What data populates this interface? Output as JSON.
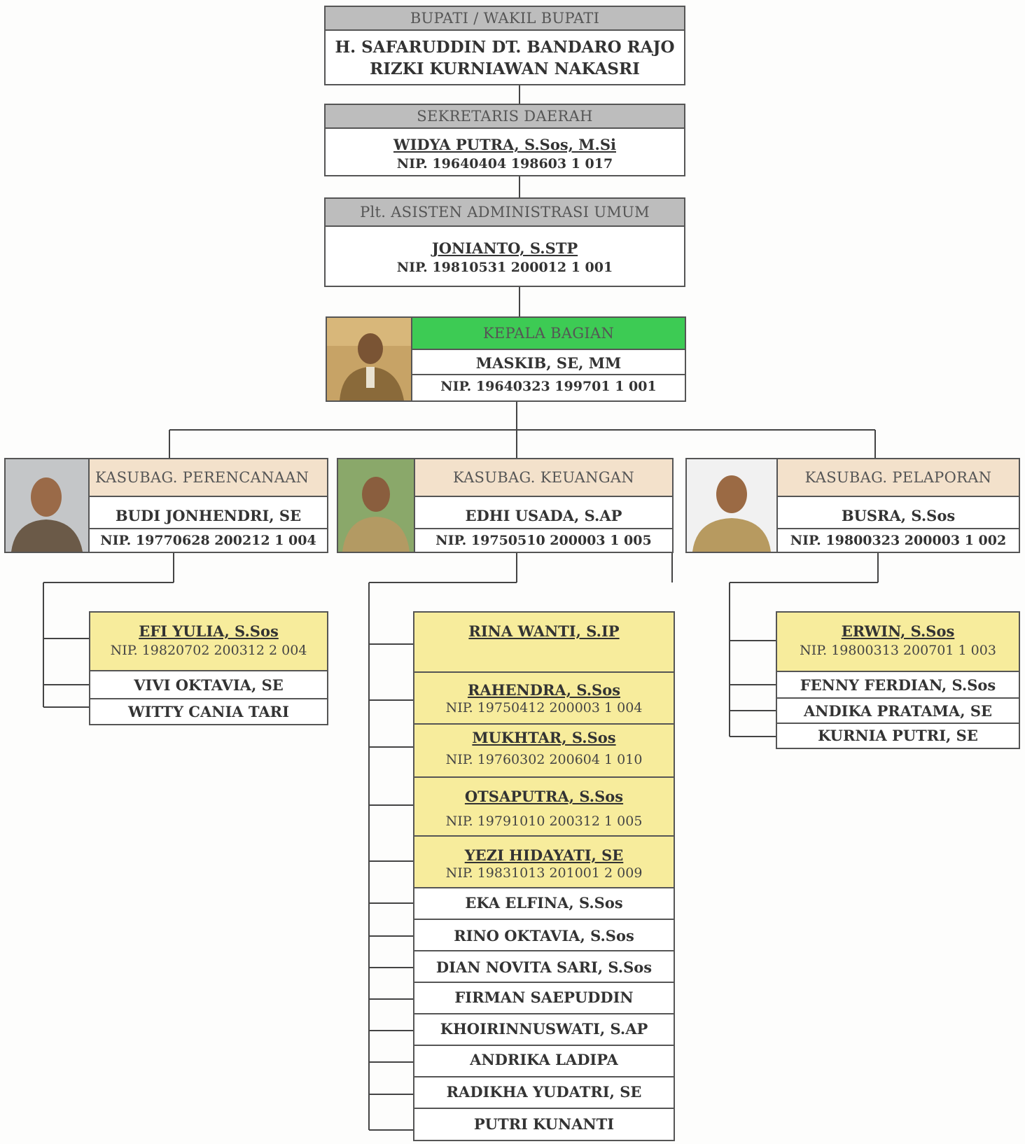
{
  "top": {
    "header": "BUPATI / WAKIL BUPATI",
    "line1": "H. SAFARUDDIN DT. BANDARO RAJO",
    "line2": "RIZKI KURNIAWAN NAKASRI"
  },
  "sekda": {
    "header": "SEKRETARIS DAERAH",
    "name": "WIDYA PUTRA, S.Sos, M.Si",
    "nip": "NIP. 19640404 198603 1 017"
  },
  "asisten": {
    "header": "Plt. ASISTEN ADMINISTRASI UMUM",
    "name": "JONIANTO, S.STP",
    "nip": "NIP. 19810531 200012 1 001"
  },
  "kabag": {
    "header": "KEPALA BAGIAN",
    "name": "MASKIB, SE, MM",
    "nip": "NIP. 19640323 199701 1 001"
  },
  "kasubag": [
    {
      "header": "KASUBAG. PERENCANAAN",
      "name": "BUDI JONHENDRI, SE",
      "nip": "NIP. 19770628 200212 1 004",
      "staff": [
        {
          "name": "EFI YULIA, S.Sos",
          "nip": "NIP. 19820702 200312 2 004"
        },
        {
          "name": "VIVI OKTAVIA, SE"
        },
        {
          "name": "WITTY CANIA TARI"
        }
      ]
    },
    {
      "header": "KASUBAG. KEUANGAN",
      "name": "EDHI USADA, S.AP",
      "nip": "NIP. 19750510 200003 1 005",
      "staff": [
        {
          "name": "RINA WANTI, S.IP"
        },
        {
          "name": "RAHENDRA, S.Sos",
          "nip": "NIP. 19750412 200003 1 004"
        },
        {
          "name": "MUKHTAR, S.Sos",
          "nip": "NIP. 19760302 200604 1 010"
        },
        {
          "name": "OTSAPUTRA, S.Sos",
          "nip": "NIP. 19791010 200312 1 005"
        },
        {
          "name": "YEZI HIDAYATI, SE",
          "nip": "NIP. 19831013 201001 2 009"
        },
        {
          "name": "EKA ELFINA, S.Sos"
        },
        {
          "name": "RINO OKTAVIA, S.Sos"
        },
        {
          "name": "DIAN NOVITA SARI, S.Sos"
        },
        {
          "name": "FIRMAN SAEPUDDIN"
        },
        {
          "name": "KHOIRINNUSWATI, S.AP"
        },
        {
          "name": "ANDRIKA LADIPA"
        },
        {
          "name": "RADIKHA YUDATRI, SE"
        },
        {
          "name": "PUTRI KUNANTI"
        }
      ]
    },
    {
      "header": "KASUBAG.  PELAPORAN",
      "name": "BUSRA, S.Sos",
      "nip": "NIP. 19800323 200003 1 002",
      "staff": [
        {
          "name": "ERWIN, S.Sos",
          "nip": "NIP. 19800313 200701 1 003"
        },
        {
          "name": "FENNY FERDIAN, S.Sos"
        },
        {
          "name": "ANDIKA PRATAMA, SE"
        },
        {
          "name": "KURNIA PUTRI, SE"
        }
      ]
    }
  ]
}
